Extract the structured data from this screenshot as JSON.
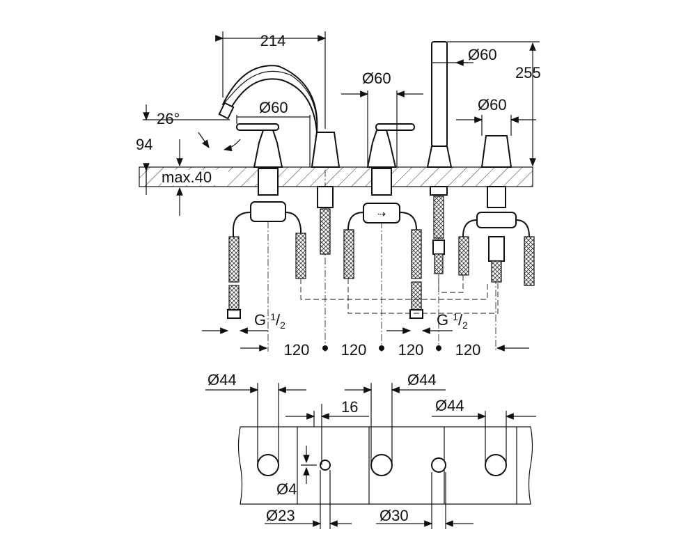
{
  "drawing": {
    "side_view": {
      "spout_projection": "214",
      "spout_angle": "26°",
      "spout_height": "94",
      "deck_thickness": "max.40",
      "valve_left_diameter": "Ø60",
      "valve_right_diameter": "Ø60",
      "handshower_diameter": "Ø60",
      "diverter_diameter": "Ø60",
      "handshower_height": "255",
      "connection_left": {
        "main": "G ",
        "sup": "1",
        "sub": "2"
      },
      "connection_right": {
        "main": "G ",
        "sup": "1",
        "sub": "2"
      },
      "spacings": [
        "120",
        "120",
        "120",
        "120"
      ]
    },
    "hole_plan": {
      "hole_1_diameter": "Ø44",
      "hole_3_diameter": "Ø44",
      "hole_5_diameter": "Ø44",
      "offset": "16",
      "pin_diameter": "Ø4",
      "spout_hole_diameter": "Ø23",
      "shower_hole_diameter": "Ø30"
    }
  }
}
